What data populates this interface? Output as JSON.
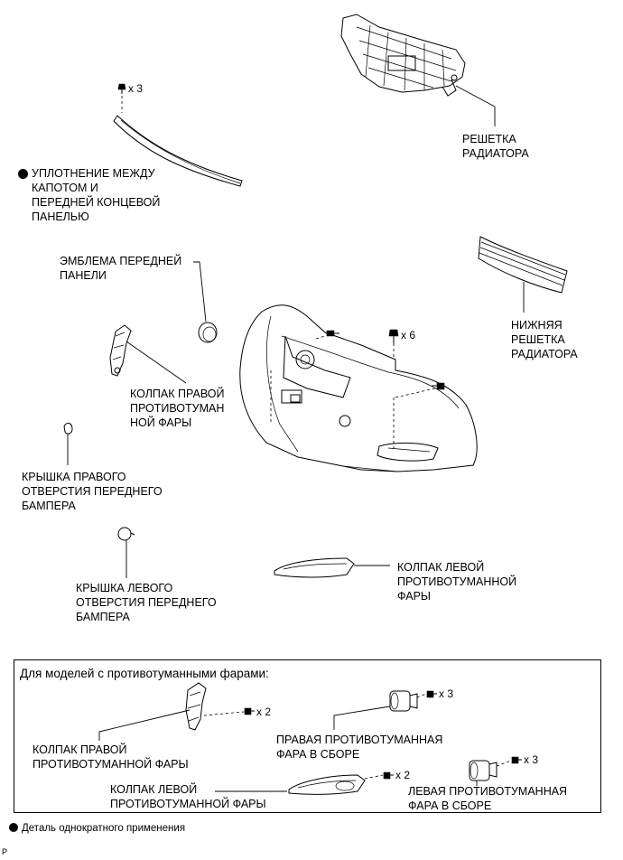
{
  "labels": {
    "radiator_grille": "РЕШЕТКА\nРАДИАТОРА",
    "hood_seal": "УПЛОТНЕНИЕ МЕЖДУ\nКАПОТОМ И\nПЕРЕДНЕЙ КОНЦЕВОЙ\nПАНЕЛЬЮ",
    "front_emblem": "ЭМБЛЕМА ПЕРЕДНЕЙ\nПАНЕЛИ",
    "lower_grille": "НИЖНЯЯ\nРЕШЕТКА\nРАДИАТОРА",
    "rh_fog_cover": "КОЛПАК ПРАВОЙ\nПРОТИВОТУМАН\nНОЙ ФАРЫ",
    "rh_hole_cover": "КРЫШКА ПРАВОГО\nОТВЕРСТИЯ ПЕРЕДНЕГО\nБАМПЕРА",
    "lh_hole_cover": "КРЫШКА ЛЕВОГО\nОТВЕРСТИЯ ПЕРЕДНЕГО\nБАМПЕРА",
    "lh_fog_cover": "КОЛПАК ЛЕВОЙ\nПРОТИВОТУМАННОЙ\nФАРЫ"
  },
  "quantities": {
    "clip_seal": "x 3",
    "clip_bumper": "x 6"
  },
  "fog_box": {
    "title": "Для моделей с противотуманными фарами:",
    "rh_fog_cover": "КОЛПАК ПРАВОЙ\nПРОТИВОТУМАННОЙ ФАРЫ",
    "rh_fog_cover_qty": "x 2",
    "rh_fog_lamp": "ПРАВАЯ ПРОТИВОТУМАННАЯ\nФАРА В СБОРЕ",
    "rh_fog_lamp_qty": "x 3",
    "lh_fog_cover": "КОЛПАК ЛЕВОЙ\nПРОТИВОТУМАННОЙ ФАРЫ",
    "lh_fog_cover_qty": "x 2",
    "lh_fog_lamp": "ЛЕВАЯ ПРОТИВОТУМАННАЯ\nФАРА В СБОРЕ",
    "lh_fog_lamp_qty": "x 3"
  },
  "legend": {
    "non_reusable": "Деталь однократного применения"
  },
  "code": "P"
}
